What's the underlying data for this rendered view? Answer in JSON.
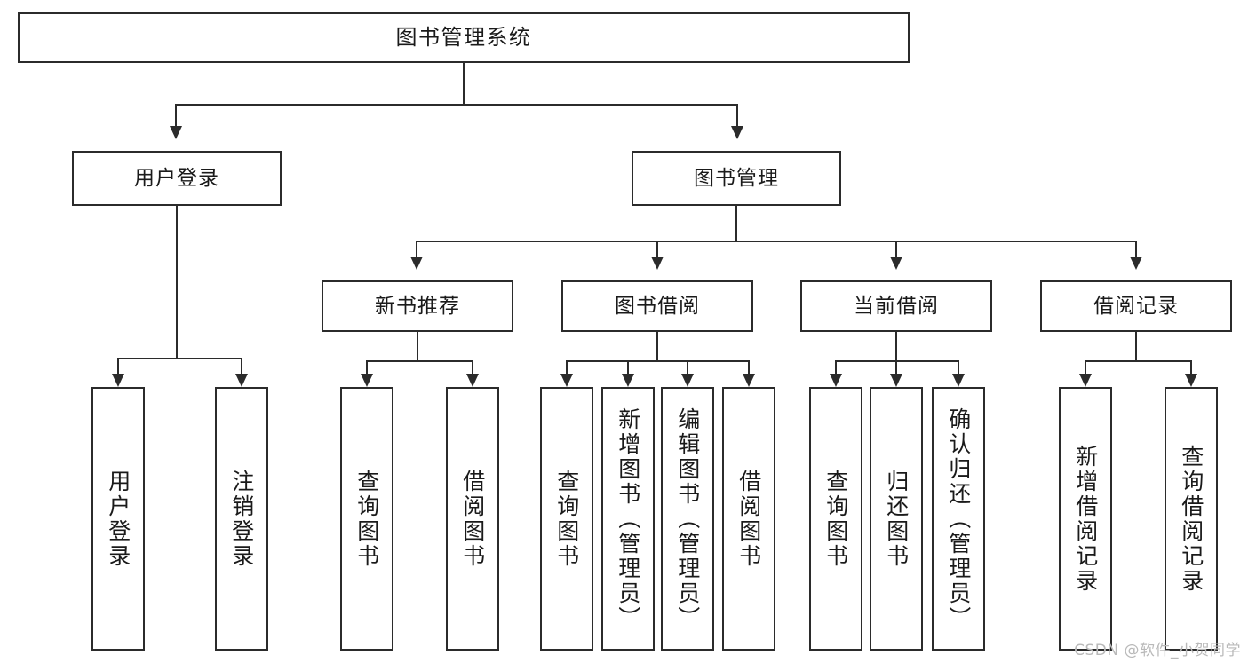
{
  "diagram": {
    "type": "tree",
    "title": "图书管理系统",
    "orientation": "top-down",
    "root": {
      "label": "图书管理系统",
      "children": [
        {
          "label": "用户登录",
          "children": [
            {
              "label": "用户登录"
            },
            {
              "label": "注销登录"
            }
          ]
        },
        {
          "label": "图书管理",
          "children": [
            {
              "label": "新书推荐",
              "children": [
                {
                  "label": "查询图书"
                },
                {
                  "label": "借阅图书"
                }
              ]
            },
            {
              "label": "图书借阅",
              "children": [
                {
                  "label": "查询图书"
                },
                {
                  "label": "新增图书（管理员）"
                },
                {
                  "label": "编辑图书（管理员）"
                },
                {
                  "label": "借阅图书"
                }
              ]
            },
            {
              "label": "当前借阅",
              "children": [
                {
                  "label": "查询图书"
                },
                {
                  "label": "归还图书"
                },
                {
                  "label": "确认归还（管理员）"
                }
              ]
            },
            {
              "label": "借阅记录",
              "children": [
                {
                  "label": "新增借阅记录"
                },
                {
                  "label": "查询借阅记录"
                }
              ]
            }
          ]
        }
      ]
    }
  },
  "nodes": {
    "root": "图书管理系统",
    "user_login": "用户登录",
    "book_manage": "图书管理",
    "new_book_rec": "新书推荐",
    "book_borrow": "图书借阅",
    "current_borrow": "当前借阅",
    "borrow_record": "借阅记录",
    "leaf_user_login": "用户登录",
    "leaf_logout": "注销登录",
    "leaf_query_book_a": "查询图书",
    "leaf_borrow_book_a": "借阅图书",
    "leaf_query_book_b": "查询图书",
    "leaf_add_book_admin": "新增图书（管理员）",
    "leaf_edit_book_admin": "编辑图书（管理员）",
    "leaf_borrow_book_b": "借阅图书",
    "leaf_query_book_c": "查询图书",
    "leaf_return_book": "归还图书",
    "leaf_confirm_return_admin": "确认归还（管理员）",
    "leaf_add_record": "新增借阅记录",
    "leaf_query_record": "查询借阅记录"
  },
  "watermark": {
    "text": "CSDN @软件_小贺同学"
  },
  "colors": {
    "stroke": "#2b2b2b",
    "fill": "#ffffff",
    "text": "#1a1a1a",
    "watermark": "#b9b9b9"
  }
}
